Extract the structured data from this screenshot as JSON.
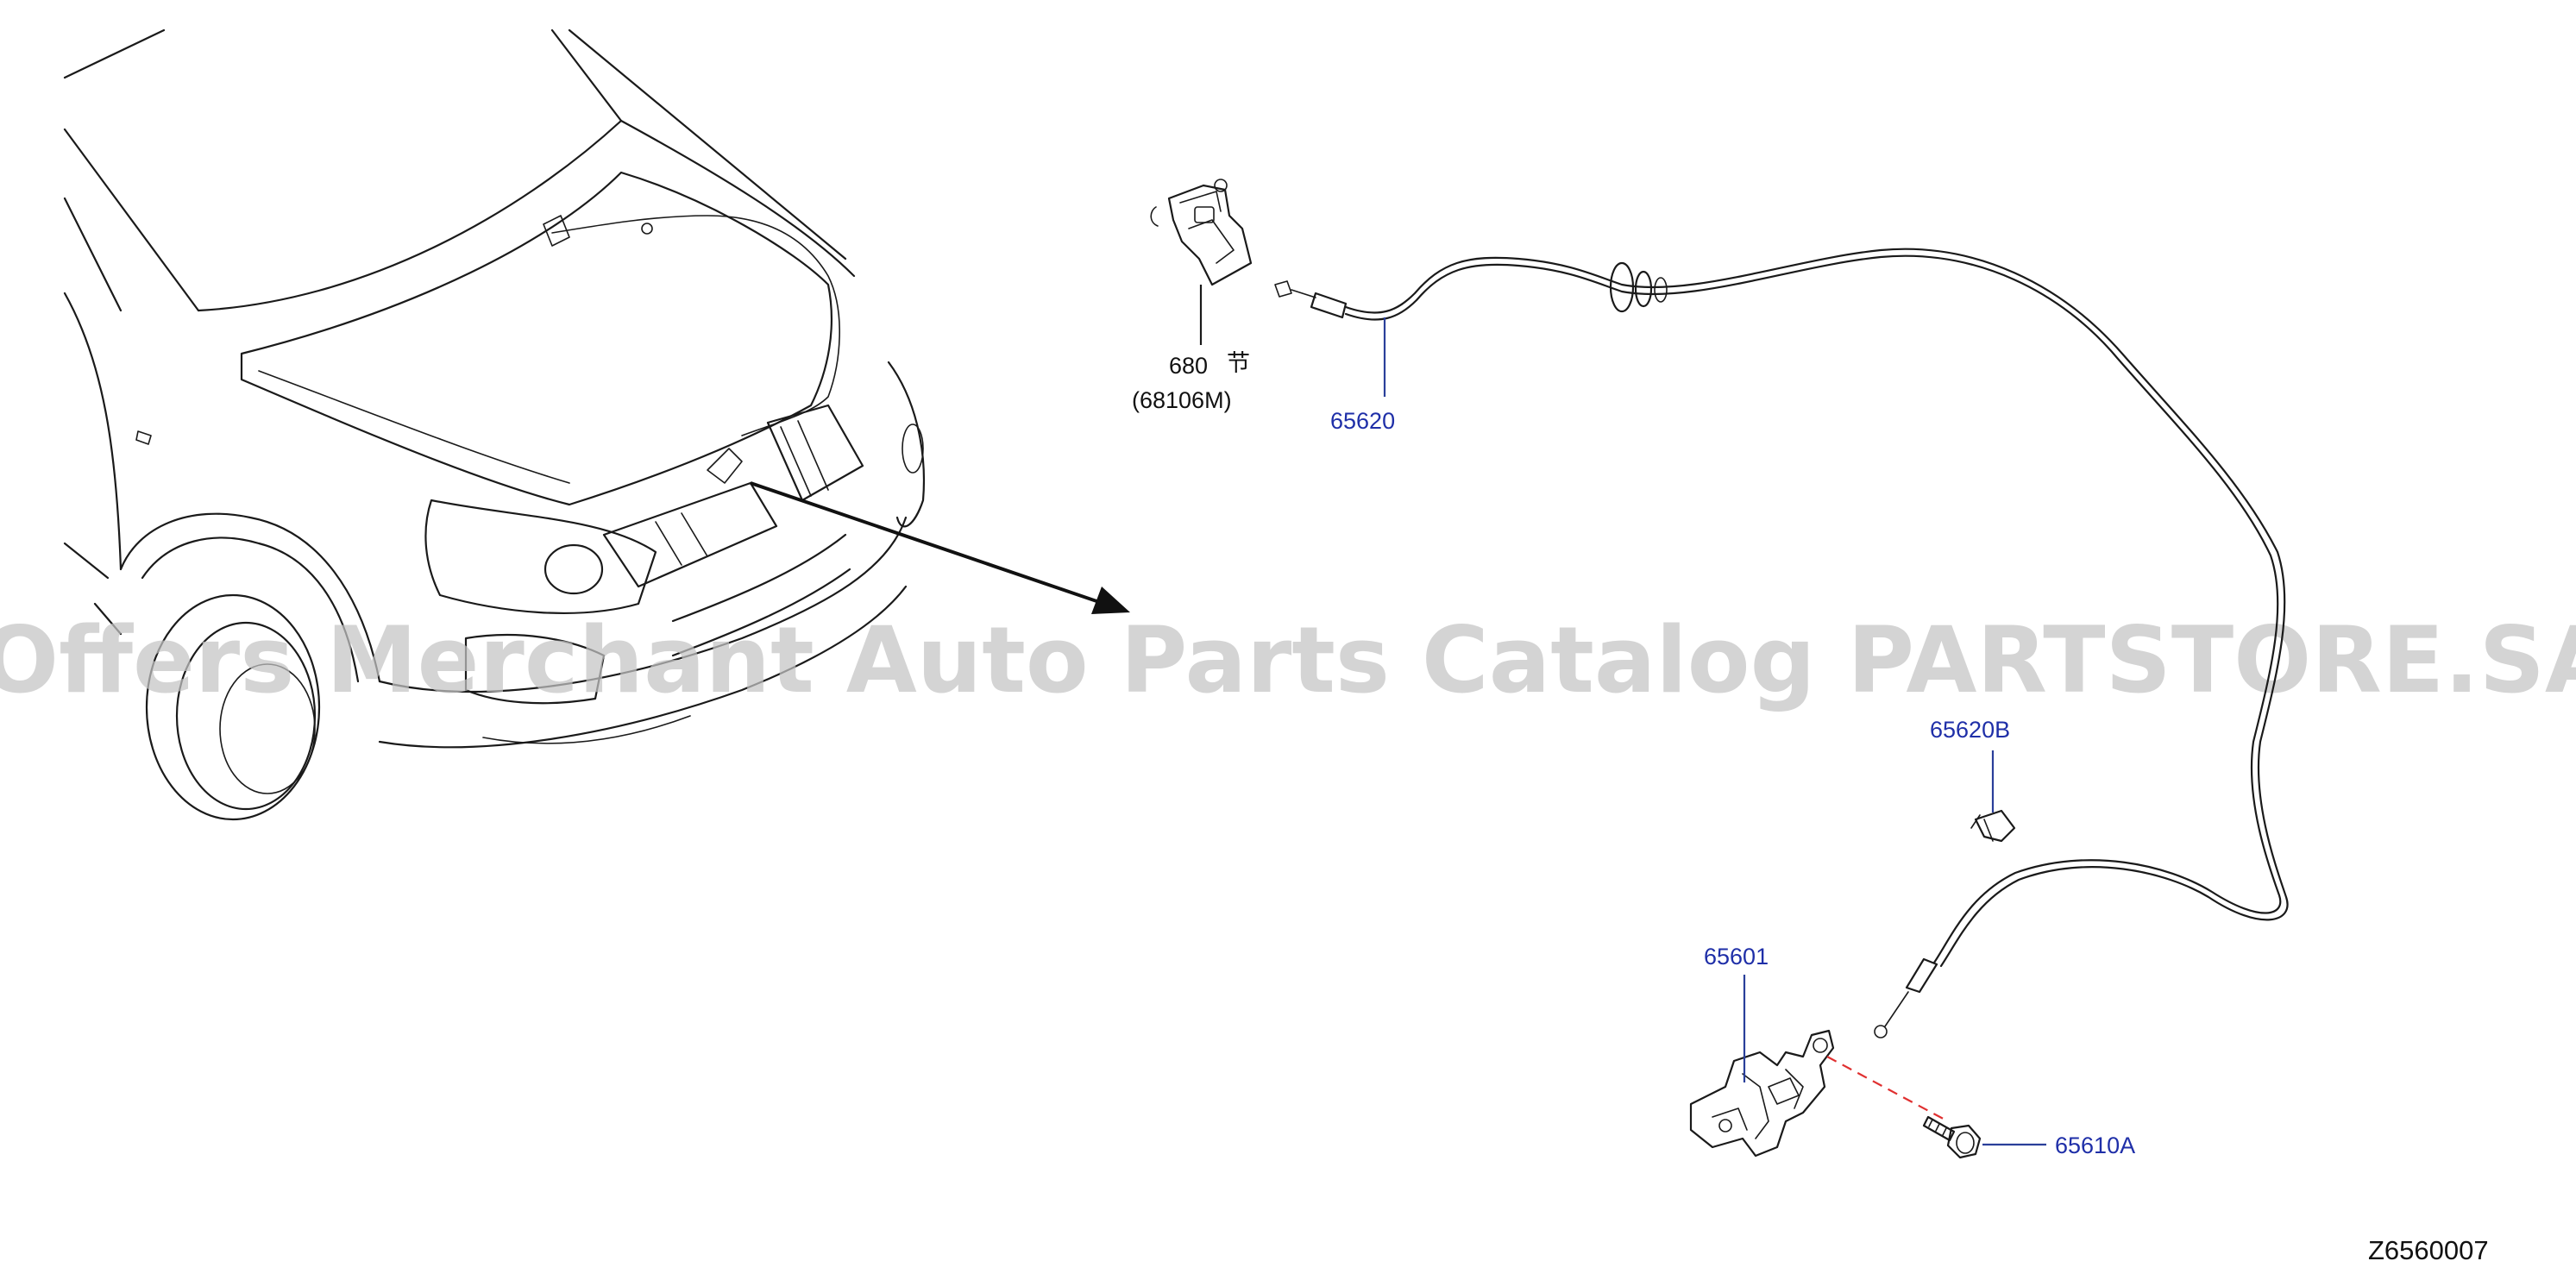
{
  "parts": [
    {
      "id": "part-680",
      "number": "680",
      "symbol": "节",
      "alt": "(68106M)",
      "color": "#111111"
    },
    {
      "id": "part-65620",
      "number": "65620",
      "color": "#1f2fa8"
    },
    {
      "id": "part-65620B",
      "number": "65620B",
      "color": "#1f2fa8"
    },
    {
      "id": "part-65601",
      "number": "65601",
      "color": "#1f2fa8"
    },
    {
      "id": "part-65610A",
      "number": "65610A",
      "color": "#1f2fa8"
    }
  ],
  "watermark": "Offers Merchant Auto Parts Catalog PARTSTORE.SA",
  "diagram_code": "Z6560007",
  "colors": {
    "callout_blue": "#2a3f9a",
    "dashed_red": "#e03030",
    "linework": "#1a1a1a",
    "watermark": "#c4c4c4"
  },
  "icons": [
    "hood-cable-icon",
    "hood-lock-icon",
    "release-handle-icon",
    "cable-clip-icon",
    "bolt-icon"
  ]
}
